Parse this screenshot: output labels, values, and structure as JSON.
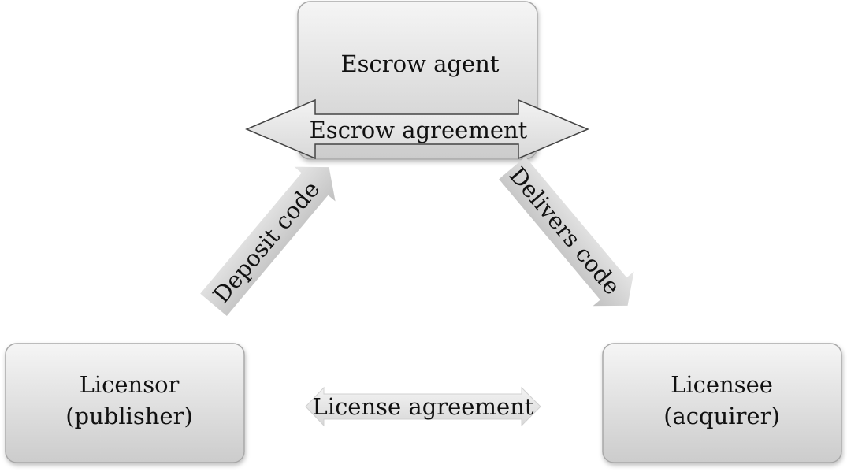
{
  "nodes": {
    "escrow_agent": {
      "label": "Escrow agent"
    },
    "licensor": {
      "line1": "Licensor",
      "line2": "(publisher)"
    },
    "licensee": {
      "line1": "Licensee",
      "line2": "(acquirer)"
    }
  },
  "connectors": {
    "escrow_agreement": {
      "label": "Escrow agreement"
    },
    "deposit_code": {
      "label": "Deposit code"
    },
    "delivers_code": {
      "label": "Delivers code"
    },
    "license_agreement": {
      "label": "License agreement"
    }
  },
  "colors": {
    "box_fill_top": "#f4f4f4",
    "box_fill_bottom": "#cfcfcf",
    "box_stroke": "#a8a8a8",
    "arrow_fill": "#e9e9e9",
    "arrow_stroke": "#555555",
    "text": "#111111"
  }
}
